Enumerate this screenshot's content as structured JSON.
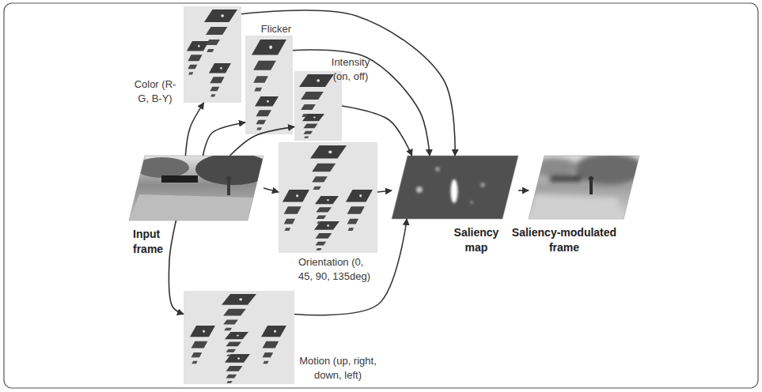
{
  "diagram": {
    "nodes": [
      {
        "text": [
          "Color (R-G, B-Y)"
        ]
      },
      {
        "text": [
          "Flicker"
        ]
      },
      {
        "text": [
          "Intensity (on, off)"
        ]
      },
      {
        "text": [
          "Input frame"
        ]
      },
      {
        "text": [
          "Orientation (0, 45, 90, 135deg)"
        ]
      },
      {
        "text": [
          "Saliency map"
        ]
      },
      {
        "text": [
          "Saliency-modulated frame"
        ]
      },
      {
        "text": [
          "Motion (up, right, down, left)"
        ]
      }
    ],
    "edges": [
      {
        "from": 3,
        "to": 0,
        "arrow": "to"
      },
      {
        "from": 3,
        "to": 1,
        "arrow": "to"
      },
      {
        "from": 3,
        "to": 2,
        "arrow": "to"
      },
      {
        "from": 3,
        "to": 4,
        "arrow": "to"
      },
      {
        "from": 3,
        "to": 7,
        "arrow": "to"
      },
      {
        "from": 0,
        "to": 5,
        "arrow": "to"
      },
      {
        "from": 1,
        "to": 5,
        "arrow": "to"
      },
      {
        "from": 2,
        "to": 5,
        "arrow": "to"
      },
      {
        "from": 4,
        "to": 5,
        "arrow": "to"
      },
      {
        "from": 7,
        "to": 5,
        "arrow": "to"
      },
      {
        "from": 5,
        "to": 6,
        "arrow": "to"
      }
    ]
  }
}
